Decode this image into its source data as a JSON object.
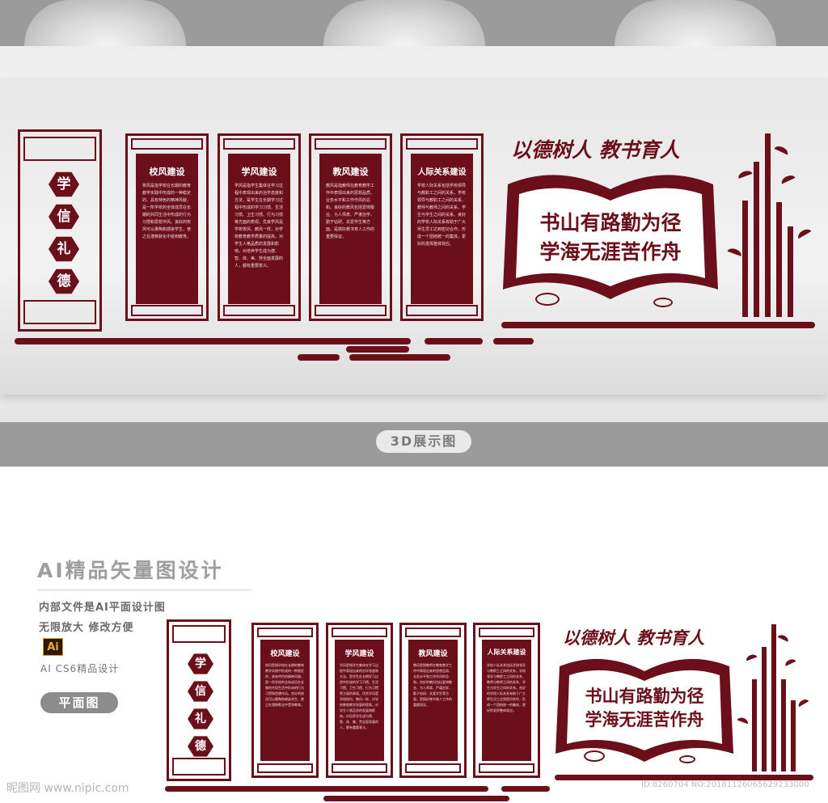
{
  "top_label": "3D展示图",
  "motto": "以德树人  教书育人",
  "verse_line1": "书山有路勤为径",
  "verse_line2": "学海无涯苦作舟",
  "virtues": [
    "学",
    "信",
    "礼",
    "德"
  ],
  "panels": [
    {
      "title": "校风建设",
      "body": "校风是指学校在长期的教育教学实践中形成的一种稳定的、具有特色的精神风貌，是一所学校的全体成员在长期的共同生活中形成的行为习惯和思想作风。良好的校风可以熏陶和感染学生，使之在潜移默化中受到教育。"
    },
    {
      "title": "学风建设",
      "body": "学风是指学生集体在学习过程中表现出来的治学态度和方法，是学生在长期学习过程中形成的学习习惯、生活习惯、卫生习惯、行为习惯等方面的表现。优良学风是学校校风、教风一样，对学校教育教学质量的提高，对学生人格品质的发展和影响，对培养学生成为德、智、体、美、劳全面发展的人，都有重要意义。"
    },
    {
      "title": "教风建设",
      "body": "教风是指教师在教育教学工作中表现出来的思想品质、业务水平和工作作风的总和。良好的教风包括爱岗敬业、为人师表、严谨治学、勤于钻研、关爱学生等方面，是搞好教书育人工作的重要保证。"
    },
    {
      "title": "人际关系建设",
      "body": "学校人际关系包括学校领导与教职工之间的关系，学校领导与教职工之间的关系、教师与教师之间的关系、学生与学生之间的关系。良好的学校人际关系有助于广大师生员工达到密切合作，形成一个团结统一的集体，更好的发挥整体效应。"
    }
  ],
  "sidebar": {
    "big_title": "AI精品矢量图设计",
    "line1": "内部文件是AI平面设计图",
    "line2": "无限放大  修改方便",
    "ai_badge": "Ai",
    "line3": "AI CS6精品设计",
    "flat_label": "平面图"
  },
  "watermark": "昵图网 www.nipic.com",
  "id_text": "ID:8260704 NO:20181126065629233000",
  "colors": {
    "accent": "#6b0f1a",
    "band": "#9b9b9b"
  }
}
